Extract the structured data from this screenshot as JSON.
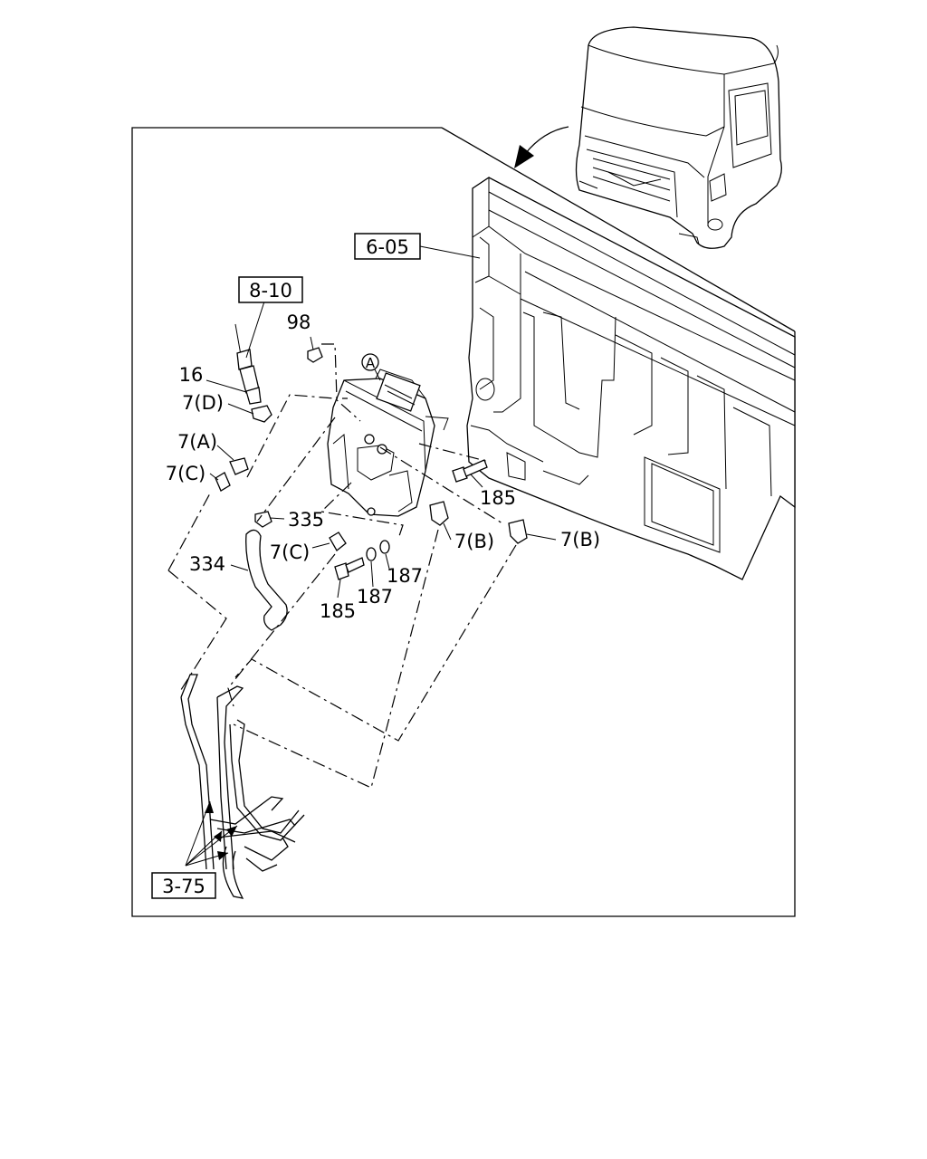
{
  "refs": {
    "frame_top": "6-05",
    "harness": "8-10",
    "lines": "3-75",
    "detail": "A"
  },
  "callouts": {
    "p98": "98",
    "p16": "16",
    "p7d": "7(D)",
    "p7a": "7(A)",
    "p7c_left": "7(C)",
    "p185_right": "185",
    "p335": "335",
    "p334": "334",
    "p7c_mid": "7(C)",
    "p7b_mid": "7(B)",
    "p7b_right": "7(B)",
    "p187_right": "187",
    "p187_mid": "187",
    "p185_bottom": "185"
  }
}
